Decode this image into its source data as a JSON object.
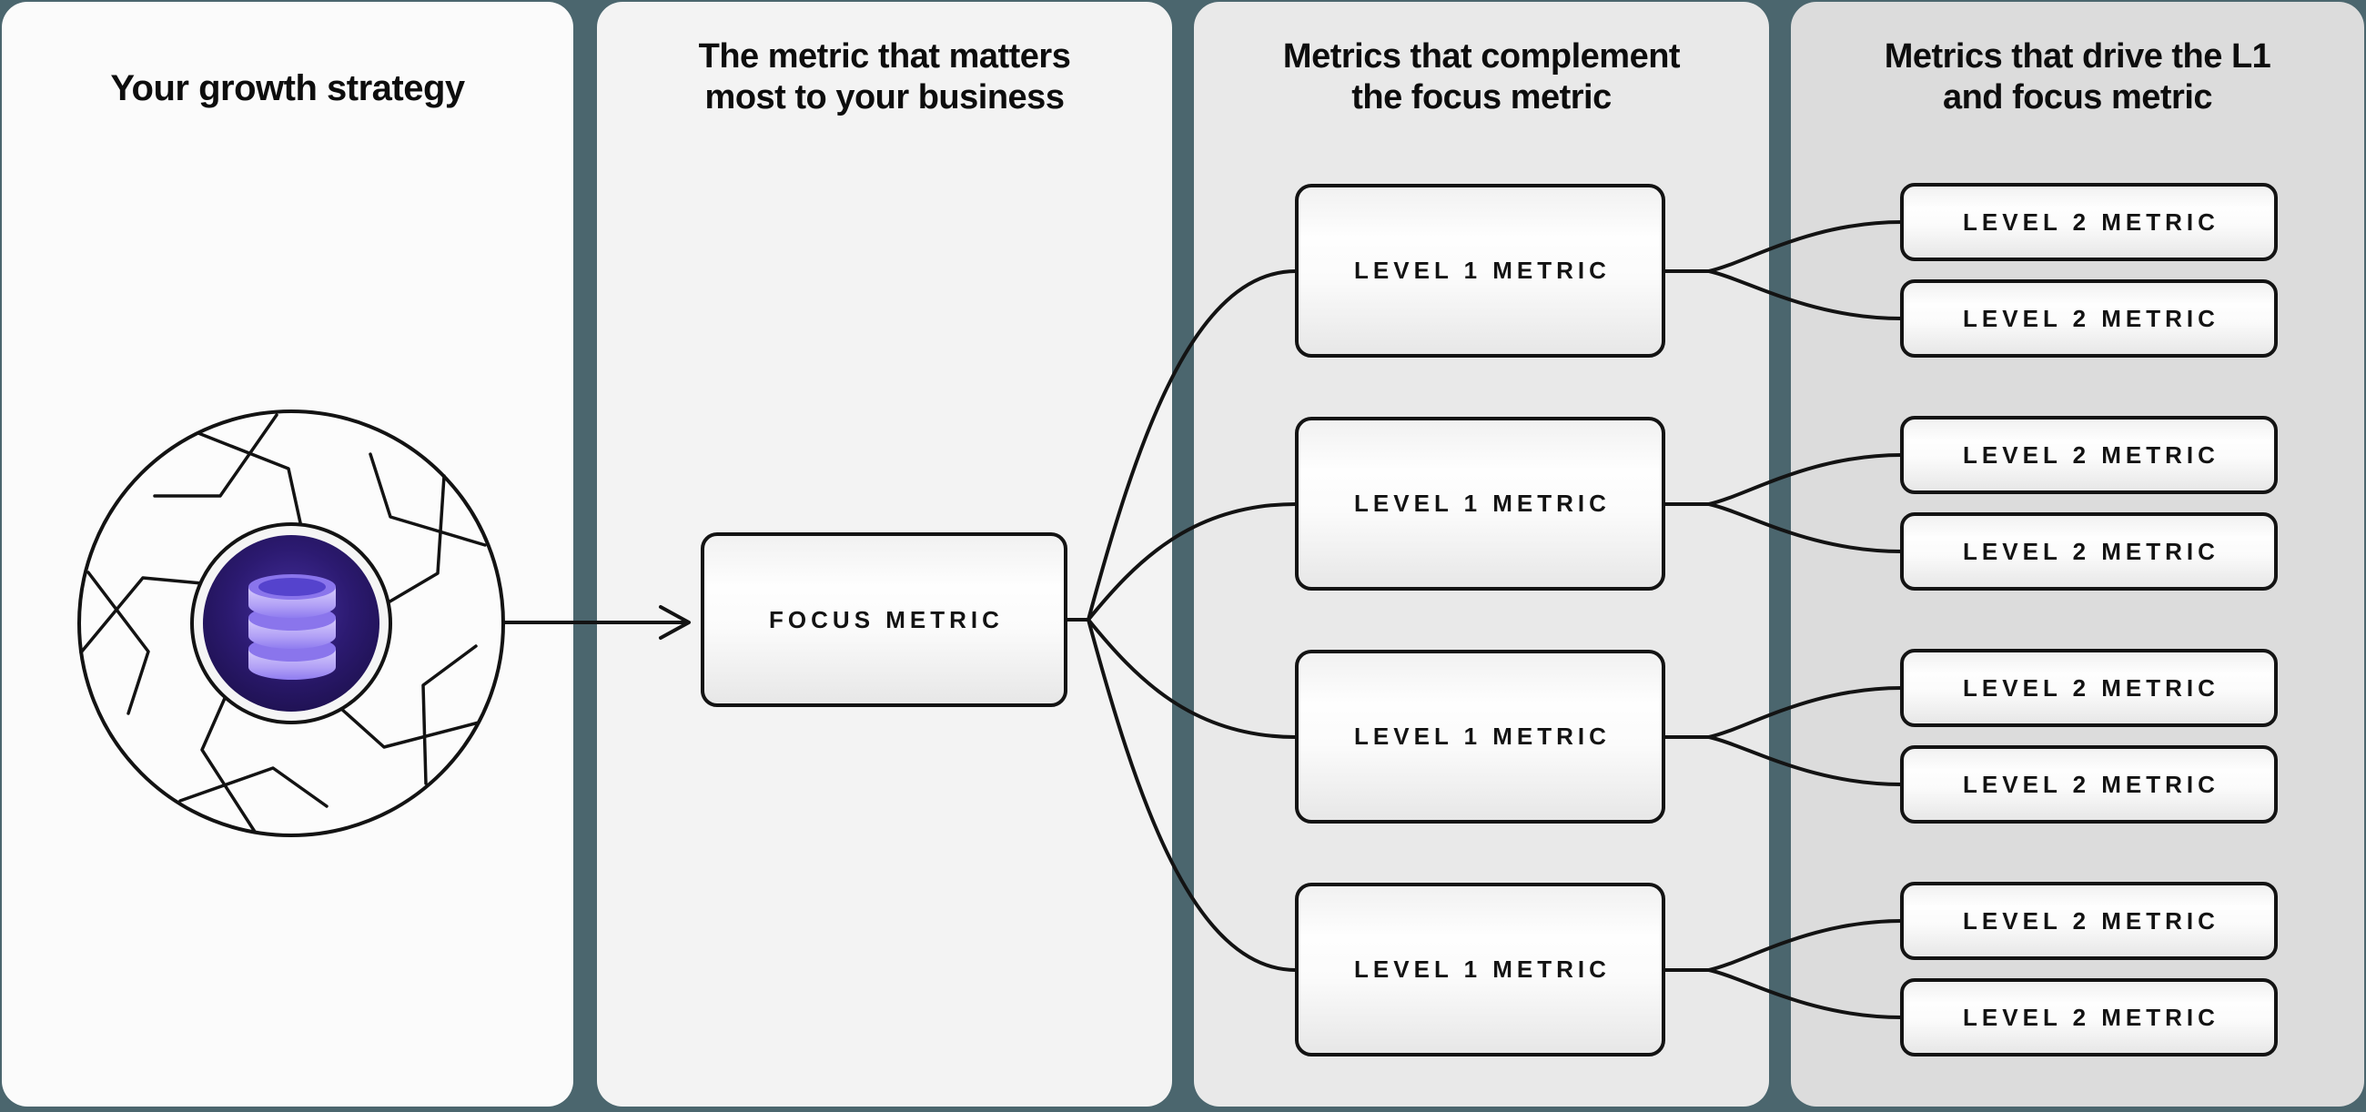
{
  "colors": {
    "background_teal": "#4b666e",
    "panel_1": "#fbfbfb",
    "panel_2": "#f3f3f3",
    "panel_3": "#e9e9e9",
    "panel_4": "#dcdcdc",
    "line_black": "#131313",
    "icon_core_purple": "#241356",
    "icon_database_purple": "#b0a0f6"
  },
  "panels": [
    {
      "title": "Your growth strategy"
    },
    {
      "title": "The metric that matters\nmost to your business",
      "box_label": "FOCUS METRIC"
    },
    {
      "title": "Metrics that complement\nthe focus metric",
      "box_labels": [
        "LEVEL 1 METRIC",
        "LEVEL 1 METRIC",
        "LEVEL 1 METRIC",
        "LEVEL 1 METRIC"
      ]
    },
    {
      "title": "Metrics that drive the L1\nand focus metric",
      "box_labels": [
        "LEVEL 2 METRIC",
        "LEVEL 2 METRIC",
        "LEVEL 2 METRIC",
        "LEVEL 2 METRIC",
        "LEVEL 2 METRIC",
        "LEVEL 2 METRIC",
        "LEVEL 2 METRIC",
        "LEVEL 2 METRIC"
      ]
    }
  ]
}
